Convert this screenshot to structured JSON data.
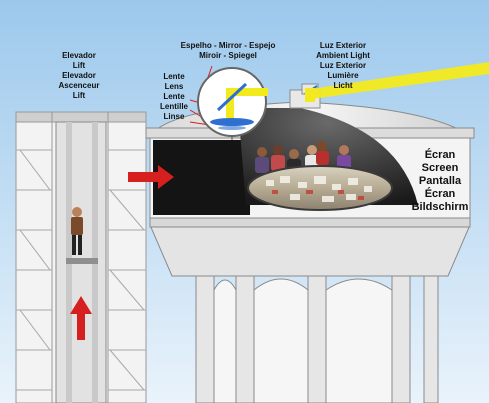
{
  "labels": {
    "elevator": [
      "Elevador",
      "Lift",
      "Elevador",
      "Ascenceur",
      "Lift"
    ],
    "mirror": [
      "Espelho - Mirror - Espejo",
      "Miroir - Spiegel"
    ],
    "lens": [
      "Lente",
      "Lens",
      "Lente",
      "Lentille",
      "Linse"
    ],
    "ambient_light": [
      "Luz Exterior",
      "Ambient Light",
      "Luz Exterior",
      "Lumière",
      "Licht"
    ],
    "screen": [
      "Écran",
      "Screen",
      "Pantalla",
      "Écran",
      "Bildschirm"
    ]
  },
  "colors": {
    "sky_top": "#9cc8ec",
    "sky_bottom": "#e9f3fb",
    "tower": "#ececec",
    "arrow_red": "#d61f1f",
    "light_beam": "#f2ea1c",
    "optics_blue": "#2e6fcf"
  },
  "icons": [
    "elevator-shaft",
    "person-icon",
    "up-arrow-icon",
    "entry-arrow-icon",
    "mirror-icon",
    "lens-icon",
    "light-beam-icon",
    "screen-table-icon"
  ]
}
